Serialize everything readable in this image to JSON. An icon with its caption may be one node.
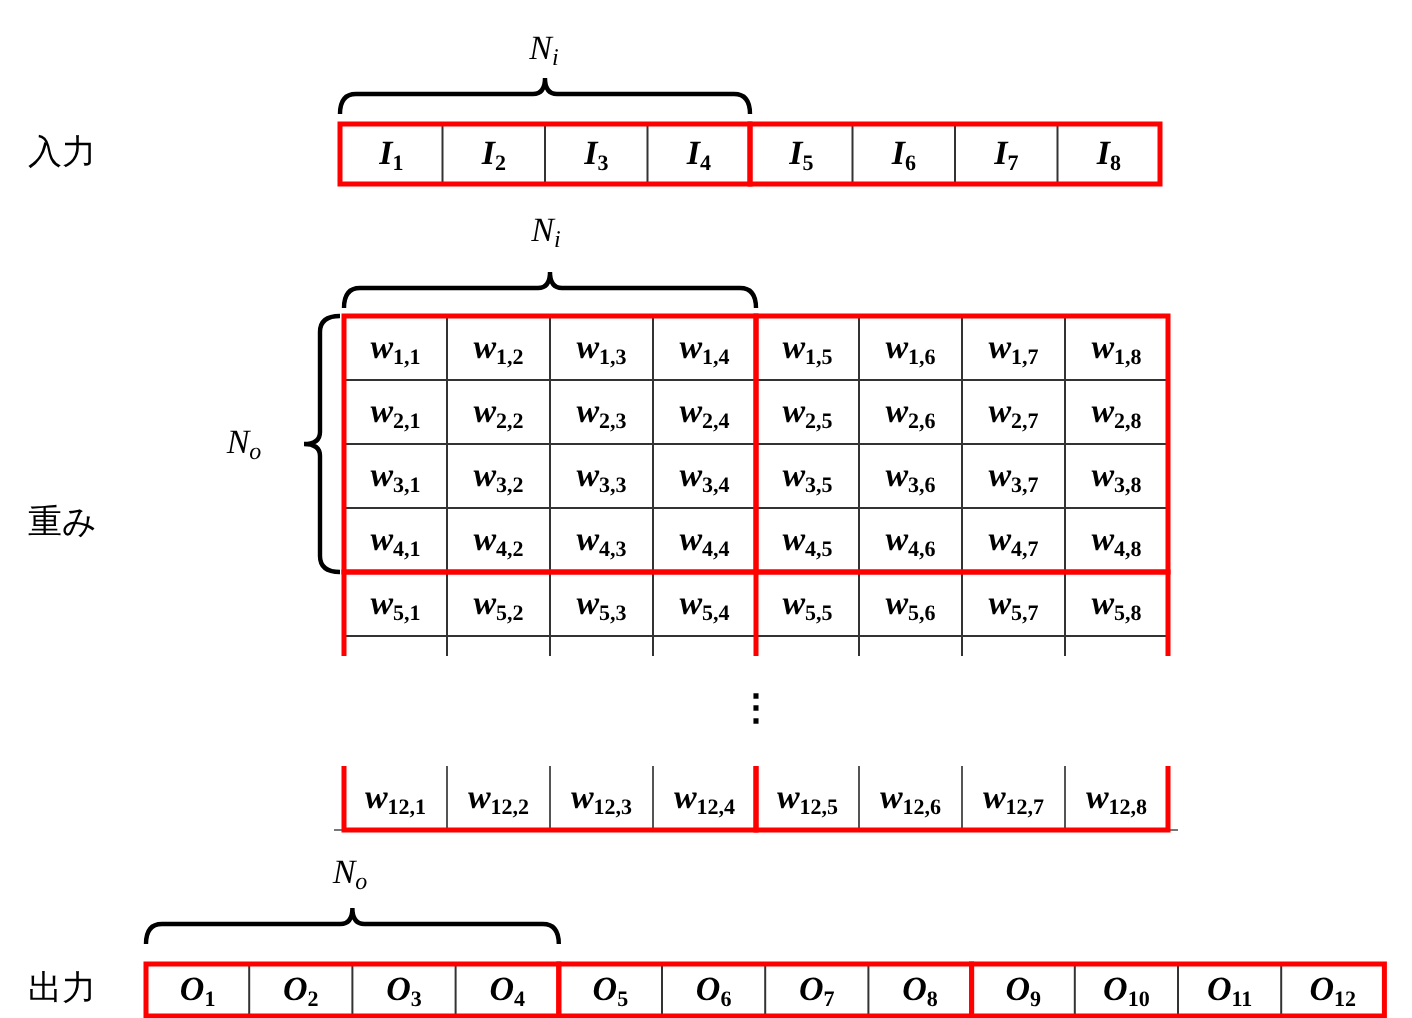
{
  "diagram": {
    "labels": [
      "N$_{i}$",
      "入力",
      "I$_{1}$",
      "I$_{2}$",
      "I$_{3}$",
      "I$_{4}$",
      "I$_{5}$",
      "I$_{6}$",
      "I$_{7}$",
      "I$_{8}$",
      "N$_{i}$",
      "N$_{o}$",
      "w$_{1,1}$",
      "w$_{1,2}$",
      "w$_{1,3}$",
      "w$_{1,4}$",
      "w$_{1,5}$",
      "w$_{1,6}$",
      "w$_{1,7}$",
      "w$_{1,8}$",
      "w$_{2,1}$",
      "w$_{2,2}$",
      "w$_{2,3}$",
      "w$_{2,4}$",
      "w$_{2,5}$",
      "w$_{2,6}$",
      "w$_{2,7}$",
      "w$_{2,8}$",
      "w$_{3,1}$",
      "w$_{3,2}$",
      "w$_{3,3}$",
      "w$_{3,4}$",
      "w$_{3,5}$",
      "w$_{3,6}$",
      "w$_{3,7}$",
      "w$_{3,8}$",
      "w$_{4,1}$",
      "w$_{4,2}$",
      "w$_{4,3}$",
      "w$_{4,4}$",
      "w$_{4,5}$",
      "w$_{4,6}$",
      "w$_{4,7}$",
      "w$_{4,8}$",
      "w$_{5,1}$",
      "w$_{5,2}$",
      "w$_{5,3}$",
      "w$_{5,4}$",
      "w$_{5,5}$",
      "w$_{5,6}$",
      "w$_{5,7}$",
      "w$_{5,8}$",
      "重み",
      "⋮",
      "w$_{12,1}$",
      "w$_{12,2}$",
      "w$_{12,3}$",
      "w$_{12,4}$",
      "w$_{12,5}$",
      "w$_{12,6}$",
      "w$_{12,7}$",
      "w$_{12,8}$",
      "N$_{o}$",
      "出力",
      "O$_{1}$",
      "O$_{2}$",
      "O$_{3}$",
      "O$_{4}$",
      "O$_{5}$",
      "O$_{6}$",
      "O$_{7}$",
      "O$_{8}$",
      "O$_{9}$",
      "O$_{10}$",
      "O$_{11}$",
      "O$_{12}$"
    ]
  }
}
